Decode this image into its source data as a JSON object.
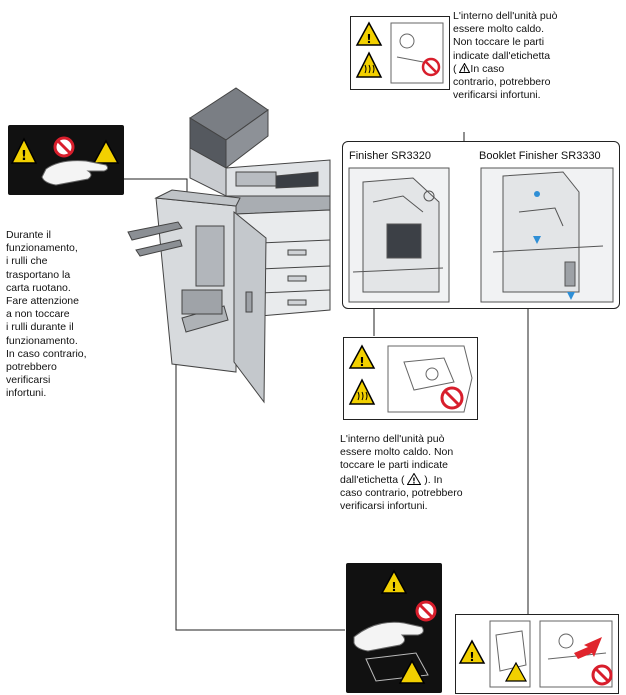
{
  "left_text": "Durante il\nfunzionamento,\ni rulli che\ntrasportano la\ncarta ruotano.\nFare attenzione\na non toccare\ni rulli durante il\nfunzionamento.\nIn caso contrario,\npotrebbero\nverificarsi\ninfortuni.",
  "top_right_text": {
    "before": "L'interno dell'unità può\nessere molto caldo.\nNon toccare le parti\nindicate dall'etichetta\n( ",
    "after": "In caso\ncontrario, potrebbero\nverificarsi infortuni."
  },
  "middle_text": {
    "before": "L'interno dell'unità può\nessere molto caldo. Non\ntoccare le parti indicate\ndall'etichetta ( ",
    "after": " ). In\ncaso contrario, potrebbero\nverificarsi infortuni."
  },
  "finishers": {
    "left_label": "Finisher SR3320",
    "right_label": "Booklet Finisher SR3330"
  },
  "icons": {
    "warning": "warning-triangle-icon",
    "hot": "hot-surface-icon",
    "no_touch": "prohibition-icon",
    "hand": "hand-icon"
  },
  "colors": {
    "warning_yellow": "#f2d000",
    "prohibit_red": "#d81e2c",
    "accent_blue": "#2f8fd6",
    "arrow_red": "#e0242c"
  }
}
